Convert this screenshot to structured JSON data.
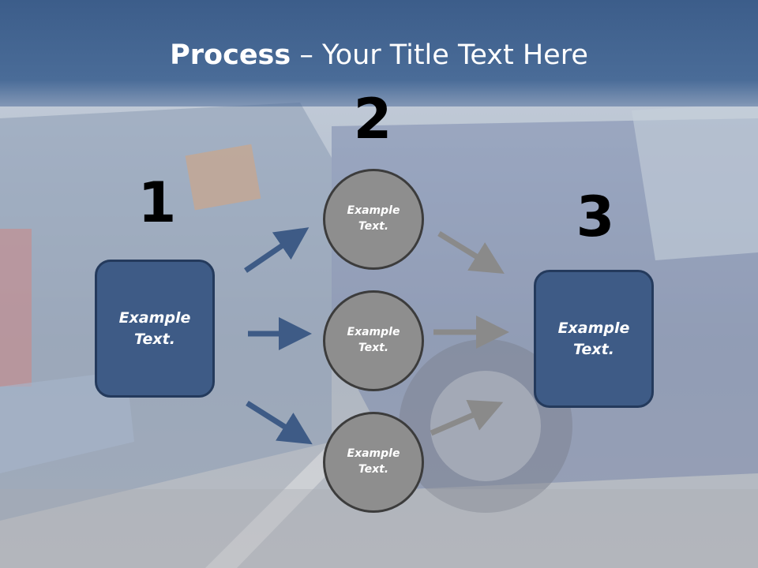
{
  "title": {
    "bold": "Process",
    "rest": " – Your Title Text Here"
  },
  "steps": [
    {
      "number": "1",
      "label": "Example\nText."
    },
    {
      "number": "2",
      "label": "Example\nText."
    },
    {
      "number": "3",
      "label": "Example\nText."
    }
  ],
  "circles": [
    {
      "label": "Example\nText."
    },
    {
      "label": "Example\nText."
    },
    {
      "label": "Example\nText."
    }
  ],
  "colors": {
    "box_fill": "#3e5b86",
    "circle_fill": "#8e8e8e",
    "blue_arrow": "#3e5b86",
    "gray_arrow": "#8a8a8a"
  }
}
